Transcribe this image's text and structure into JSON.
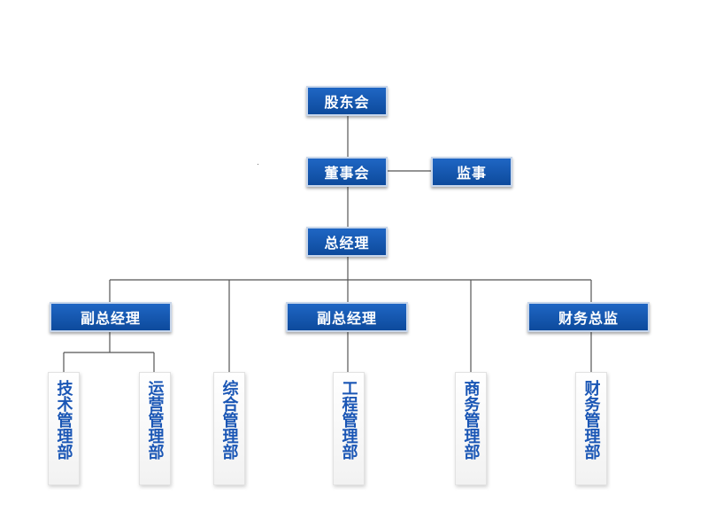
{
  "shareholders": "股东会",
  "board": "董事会",
  "supervisor": "监事",
  "general_manager": "总经理",
  "level2": [
    "副总经理",
    "副总经理",
    "财务总监"
  ],
  "departments": [
    "技术管理部",
    "运营管理部",
    "综合管理部",
    "工程管理部",
    "商务管理部",
    "财务管理部"
  ]
}
